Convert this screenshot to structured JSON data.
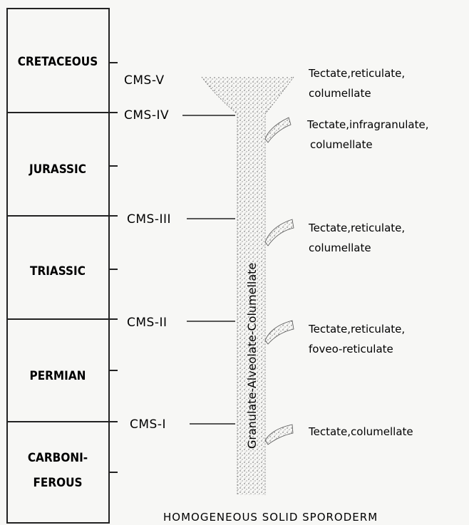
{
  "periods": [
    {
      "name": "CRETACEOUS"
    },
    {
      "name": "JURASSIC"
    },
    {
      "name": "TRIASSIC"
    },
    {
      "name": "PERMIAN"
    },
    {
      "name": "CARBONI-",
      "name2": "FEROUS"
    }
  ],
  "stages": [
    {
      "label": "CMS-V",
      "desc1": "Tectate,reticulate,",
      "desc2": "columellate"
    },
    {
      "label": "CMS-IV",
      "desc1": "Tectate,infragranulate,",
      "desc2": "columellate"
    },
    {
      "label": "CMS-III",
      "desc1": "Tectate,reticulate,",
      "desc2": "columellate"
    },
    {
      "label": "CMS-II",
      "desc1": "Tectate,reticulate,",
      "desc2": "foveo-reticulate"
    },
    {
      "label": "CMS-I",
      "desc1": "Tectate,columellate",
      "desc2": ""
    }
  ],
  "column_label": "Granulate-Alveolate-Columellate",
  "base_label": "HOMOGENEOUS SOLID SPORODERM"
}
